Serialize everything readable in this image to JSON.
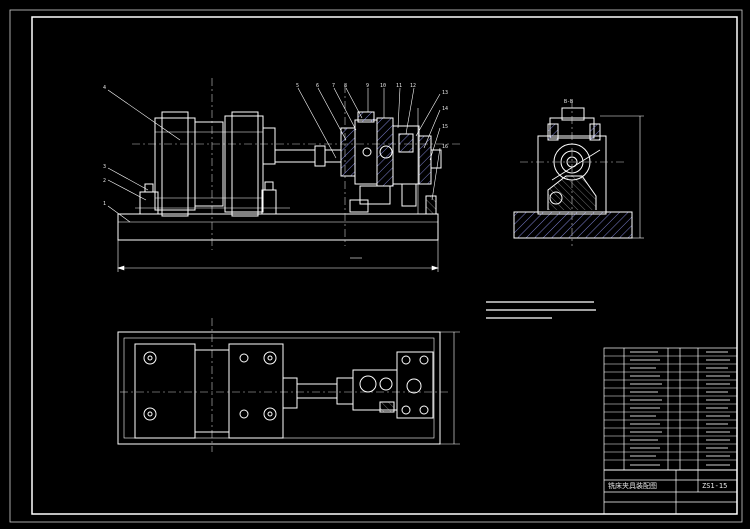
{
  "drawing": {
    "background_color": "#000000",
    "line_color": "#ffffff",
    "hatch_color": "#9aa0ff",
    "center_line_color": "#c8c8c8",
    "front_view_labels": [
      "4",
      "3",
      "2",
      "1"
    ],
    "top_callouts": [
      "5",
      "6",
      "7",
      "8",
      "9",
      "10",
      "11",
      "12"
    ],
    "right_callouts": [
      "13",
      "14",
      "15",
      "16"
    ],
    "section_mark": "B-B",
    "title_block": {
      "part_name": "铣床夹具装配图",
      "drawing_number": "ZS1-15"
    }
  }
}
